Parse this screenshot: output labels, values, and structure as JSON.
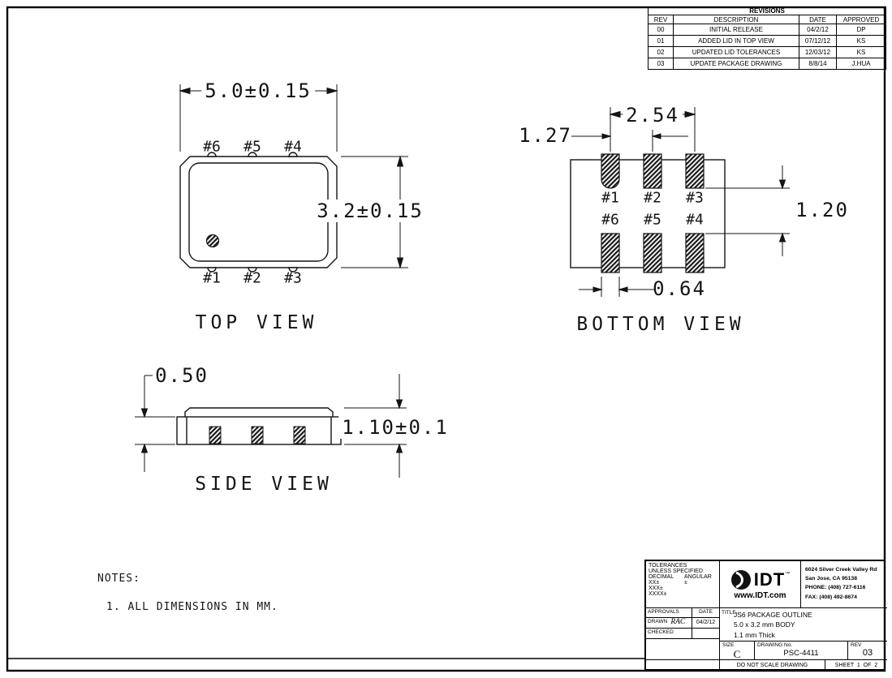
{
  "revisions": {
    "title": "REVISIONS",
    "headers": {
      "rev": "REV",
      "description": "DESCRIPTION",
      "date": "DATE",
      "approved": "APPROVED"
    },
    "rows": [
      {
        "rev": "00",
        "description": "INITIAL RELEASE",
        "date": "04/2/12",
        "approved": "DP"
      },
      {
        "rev": "01",
        "description": "ADDED LID IN TOP VIEW",
        "date": "07/12/12",
        "approved": "KS"
      },
      {
        "rev": "02",
        "description": "UPDATED LID TOLERANCES",
        "date": "12/03/12",
        "approved": "KS"
      },
      {
        "rev": "03",
        "description": "UPDATE PACKAGE DRAWING",
        "date": "8/8/14",
        "approved": "J.HUA"
      }
    ]
  },
  "views": {
    "top": {
      "label": "TOP VIEW",
      "width_dim": "5.0±0.15",
      "height_dim": "3.2±0.15",
      "pins_upper": [
        "#6",
        "#5",
        "#4"
      ],
      "pins_lower": [
        "#1",
        "#2",
        "#3"
      ]
    },
    "bottom": {
      "label": "BOTTOM VIEW",
      "dim_span": "2.54",
      "dim_pitch": "1.27",
      "dim_gap": "1.20",
      "dim_pad_width": "0.64",
      "pins_upper": [
        "#1",
        "#2",
        "#3"
      ],
      "pins_lower": [
        "#6",
        "#5",
        "#4"
      ]
    },
    "side": {
      "label": "SIDE VIEW",
      "dim_offset": "0.50",
      "dim_height": "1.10±0.1"
    }
  },
  "notes": {
    "heading": "NOTES:",
    "line1": "1. ALL DIMENSIONS IN MM."
  },
  "title_block": {
    "tolerances": {
      "line1": "TOLERANCES",
      "line2": "UNLESS SPECIFIED",
      "decimal_label": "DECIMAL",
      "angular_label": "ANGULAR",
      "xx": "XX±",
      "angular_value": "±",
      "xxx": "XXX±",
      "xxxx": "XXXX±"
    },
    "approvals": {
      "header": "APPROVALS",
      "date_header": "DATE",
      "drawn_label": "DRAWN",
      "drawn_by": "RAC",
      "drawn_date": "04/2/12",
      "checked_label": "CHECKED"
    },
    "company": {
      "logo_text": "IDT",
      "trademark": "™",
      "website": "www.IDT.com",
      "address_line1": "6024 Silver Creek Valley Rd",
      "address_line2": "San Jose, CA 95138",
      "phone": "PHONE: (408) 727-6116",
      "fax": "FAX: (408) 492-8674"
    },
    "title": {
      "label": "TITLE",
      "line1": "JS6 PACKAGE OUTLINE",
      "line2": "5.0 x 3.2 mm BODY",
      "line3": "1.1 mm Thick"
    },
    "drawing_info": {
      "size_label": "SIZE",
      "size": "C",
      "drawing_no_label": "DRAWING No.",
      "drawing_no": "PSC-4411",
      "rev_label": "REV",
      "rev": "03"
    },
    "footer": {
      "scale_note": "DO NOT SCALE DRAWING",
      "sheet": "SHEET  1  OF  2"
    }
  }
}
